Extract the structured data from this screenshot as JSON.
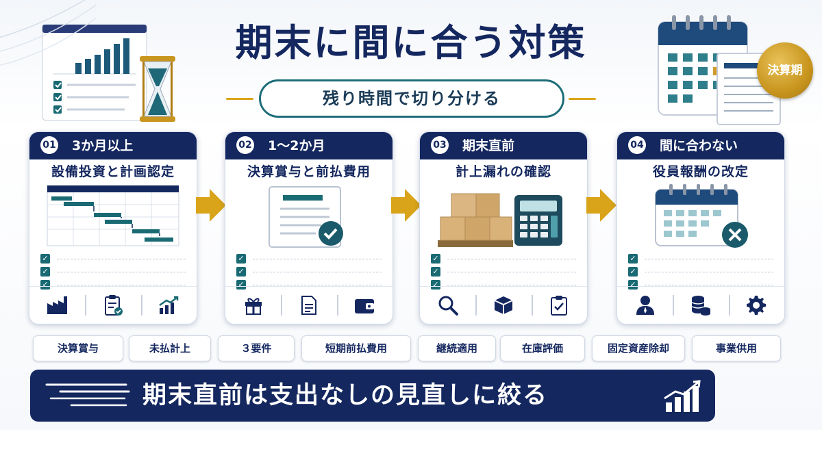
{
  "title": "期末に間に合う対策",
  "subtitle": "残り時間で切り分ける",
  "badge": "決算期",
  "steps": [
    {
      "num": "01",
      "header": "3か月以上",
      "subtitle": "設備投資と計画認定",
      "illustration_icon": "gantt-chart-icon",
      "footer_icons": [
        "factory-icon",
        "clipboard-check-icon",
        "growth-chart-icon"
      ]
    },
    {
      "num": "02",
      "header": "1～2か月",
      "subtitle": "決算賞与と前払費用",
      "illustration_icon": "document-check-icon",
      "footer_icons": [
        "gift-icon",
        "document-icon",
        "wallet-icon"
      ]
    },
    {
      "num": "03",
      "header": "期末直前",
      "subtitle": "計上漏れの確認",
      "illustration_icon": "boxes-calculator-icon",
      "footer_icons": [
        "magnifier-icon",
        "box-icon",
        "clipboard-check-icon"
      ]
    },
    {
      "num": "04",
      "header": "間に合わない",
      "subtitle": "役員報酬の改定",
      "illustration_icon": "calendar-cancel-icon",
      "footer_icons": [
        "person-icon",
        "coins-icon",
        "gear-icon"
      ]
    }
  ],
  "tags": [
    "決算賞与",
    "未払計上",
    "３要件",
    "短期前払費用",
    "継続適用",
    "在庫評価",
    "固定資産除却",
    "事業供用"
  ],
  "banner": "期末直前は支出なしの見直しに絞る",
  "colors": {
    "navy": "#14275f",
    "teal": "#1a6a74",
    "gold": "#d9a419",
    "check": "#1a6a74"
  }
}
